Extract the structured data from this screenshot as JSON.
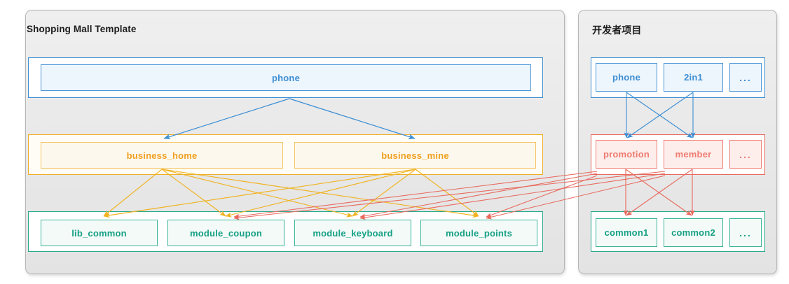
{
  "panels": {
    "left": {
      "title": "Shopping Mall Template"
    },
    "right": {
      "title": "开发者项目"
    }
  },
  "colors": {
    "blue": "#3d8fd4",
    "amber": "#f0a020",
    "teal": "#16a085",
    "red": "#ef7b6f",
    "panel_bg": "#e8e8e8",
    "panel_border": "#b6b6b6"
  },
  "left_panel": {
    "layers": [
      {
        "name": "app-layer",
        "color": "blue",
        "nodes": [
          {
            "label": "phone"
          }
        ]
      },
      {
        "name": "business-layer",
        "color": "amber",
        "nodes": [
          {
            "label": "business_home"
          },
          {
            "label": "business_mine"
          }
        ]
      },
      {
        "name": "module-layer",
        "color": "teal",
        "nodes": [
          {
            "label": "lib_common"
          },
          {
            "label": "module_coupon"
          },
          {
            "label": "module_keyboard"
          },
          {
            "label": "module_points"
          }
        ]
      }
    ]
  },
  "right_panel": {
    "layers": [
      {
        "name": "app-layer",
        "color": "blue",
        "nodes": [
          {
            "label": "phone"
          },
          {
            "label": "2in1"
          },
          {
            "label": "..."
          }
        ]
      },
      {
        "name": "business-layer",
        "color": "red",
        "nodes": [
          {
            "label": "promotion"
          },
          {
            "label": "member"
          },
          {
            "label": "..."
          }
        ]
      },
      {
        "name": "common-layer",
        "color": "teal",
        "nodes": [
          {
            "label": "common1"
          },
          {
            "label": "common2"
          },
          {
            "label": "..."
          }
        ]
      }
    ]
  },
  "edges": {
    "blue_left": [
      "phone -> business_home",
      "phone -> business_mine"
    ],
    "amber_left": [
      "business_home -> lib_common",
      "business_home -> module_coupon",
      "business_home -> module_keyboard",
      "business_home -> module_points",
      "business_mine -> lib_common",
      "business_mine -> module_coupon",
      "business_mine -> module_keyboard",
      "business_mine -> module_points"
    ],
    "blue_right": [
      "phone -> promotion",
      "phone -> member",
      "2in1 -> promotion",
      "2in1 -> member"
    ],
    "red_right": [
      "promotion -> common1",
      "promotion -> common2",
      "member -> common1",
      "member -> common2",
      "promotion -> module_coupon",
      "promotion -> module_keyboard",
      "promotion -> module_points",
      "member -> module_coupon",
      "member -> module_keyboard",
      "member -> module_points"
    ]
  }
}
